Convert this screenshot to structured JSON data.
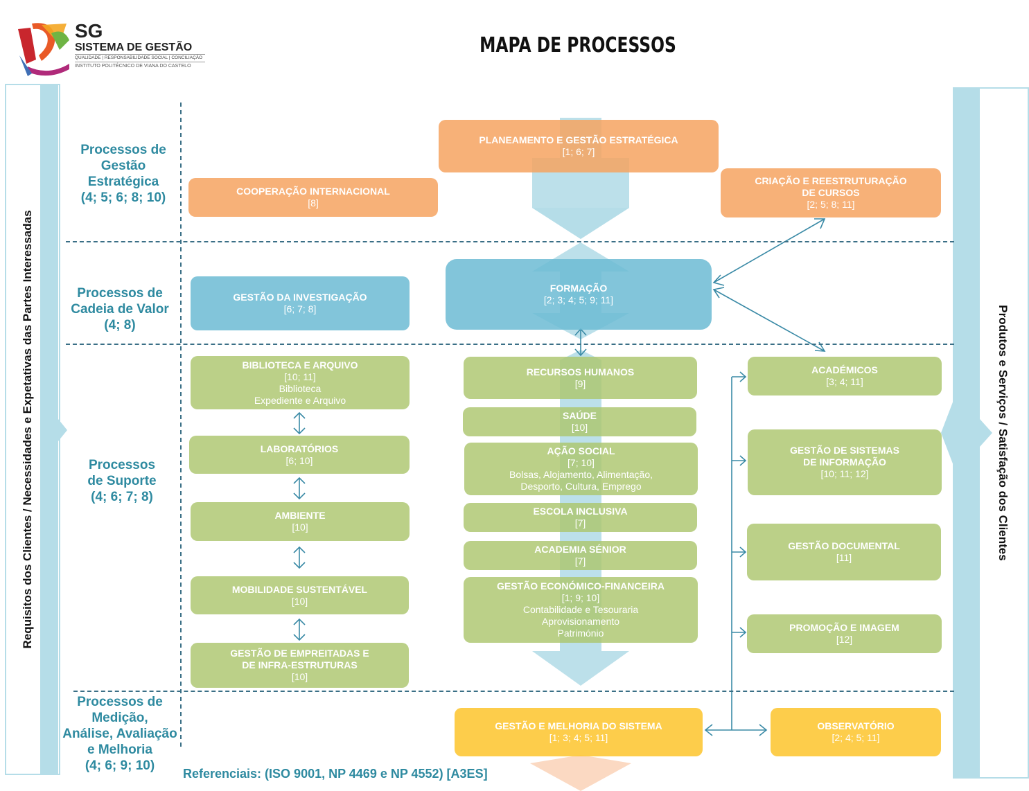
{
  "header": {
    "logo_abbr": "SG",
    "logo_name": "SISTEMA DE GESTÃO",
    "logo_tagline": "QUALIDADE | RESPONSABILIDADE SOCIAL | CONCILIAÇÃO",
    "logo_institution": "INSTITUTO POLITÉCNICO DE VIANA DO CASTELO",
    "title": "MAPA DE PROCESSOS"
  },
  "side_labels": {
    "left": "Requisitos dos Clientes / Necessidades e  Expetativas das Partes Interessadas",
    "right": "Produtos e Serviços / Satisfação dos Clientes"
  },
  "categories": {
    "strategic": "Processos de\nGestão\nEstratégica\n(4; 5; 6; 8; 10)",
    "value_chain": "Processos de\nCadeia de Valor\n(4; 8)",
    "support": "Processos\nde Suporte\n(4; 6; 7; 8)",
    "measurement": "Processos de\nMedição,\nAnálise, Avaliação\ne Melhoria\n(4; 6; 9; 10)"
  },
  "processes": {
    "planeamento": {
      "title": "PLANEAMENTO E GESTÃO ESTRATÉGICA",
      "code": "[1; 6; 7]"
    },
    "cooperacao": {
      "title": "COOPERAÇÃO INTERNACIONAL",
      "code": "[8]"
    },
    "criacao": {
      "title": "CRIAÇÃO E REESTRUTURAÇÃO\nDE CURSOS",
      "code": "[2; 5; 8; 11]"
    },
    "investigacao": {
      "title": "GESTÃO DA INVESTIGAÇÃO",
      "code": "[6; 7; 8]"
    },
    "formacao": {
      "title": "FORMAÇÃO",
      "code": "[2; 3; 4; 5; 9; 11]"
    },
    "biblioteca": {
      "title": "BIBLIOTECA E ARQUIVO",
      "code": "[10; 11]",
      "detail": "Biblioteca\nExpediente e Arquivo"
    },
    "laboratorios": {
      "title": "LABORATÓRIOS",
      "code": "[6; 10]"
    },
    "ambiente": {
      "title": "AMBIENTE",
      "code": "[10]"
    },
    "mobilidade": {
      "title": "MOBILIDADE SUSTENTÁVEL",
      "code": "[10]"
    },
    "empreitadas": {
      "title": "GESTÃO DE EMPREITADAS E\nDE INFRA-ESTRUTURAS",
      "code": "[10]"
    },
    "rh": {
      "title": "RECURSOS HUMANOS",
      "code": "[9]"
    },
    "saude": {
      "title": "SAÚDE",
      "code": "[10]"
    },
    "acao_social": {
      "title": "AÇÃO SOCIAL",
      "code": "[7; 10]",
      "detail": "Bolsas, Alojamento, Alimentação,\nDesporto, Cultura, Emprego"
    },
    "escola": {
      "title": "ESCOLA INCLUSIVA",
      "code": "[7]"
    },
    "academia": {
      "title": "ACADEMIA SÉNIOR",
      "code": "[7]"
    },
    "economico": {
      "title": "GESTÃO  ECONÓMICO-FINANCEIRA",
      "code": "[1; 9; 10]",
      "detail": "Contabilidade e Tesouraria\nAprovisionamento\n  Património"
    },
    "academicos": {
      "title": "ACADÉMICOS",
      "code": "[3; 4; 11]"
    },
    "sistemas": {
      "title": "GESTÃO DE SISTEMAS\nDE INFORMAÇÃO",
      "code": "[10; 11; 12]"
    },
    "documental": {
      "title": "GESTÃO DOCUMENTAL",
      "code": "[11]"
    },
    "promocao": {
      "title": "PROMOÇÃO E IMAGEM",
      "code": "[12]"
    },
    "melhoria": {
      "title": "GESTÃO E MELHORIA DO SISTEMA",
      "code": "[1; 3; 4; 5; 11]"
    },
    "observatorio": {
      "title": "OBSERVATÓRIO",
      "code": "[2; 4; 5; 11]"
    }
  },
  "footer": {
    "references": "Referenciais: (ISO 9001, NP 4469 e NP 4552) [A3ES]"
  },
  "colors": {
    "strategic": "#f6a360",
    "value_chain": "#6cbbd4",
    "support": "#acc66e",
    "measurement": "#fdc632",
    "category_text": "#2e8aa0",
    "flow_arrow": "#b5dde8",
    "connector": "#3a8aa6"
  }
}
